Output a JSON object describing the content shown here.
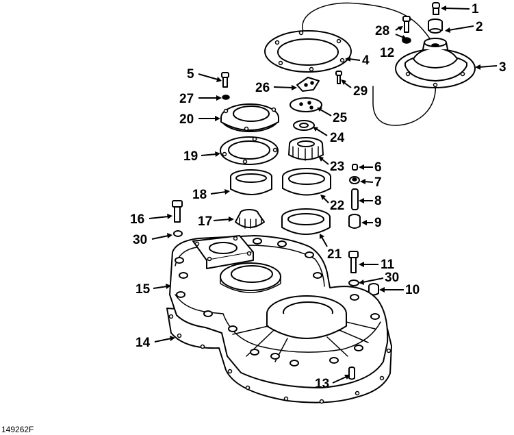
{
  "figure": {
    "id": "149262F"
  },
  "callouts": [
    "1",
    "2",
    "3",
    "4",
    "5",
    "6",
    "7",
    "8",
    "9",
    "10",
    "11",
    "12",
    "13",
    "14",
    "15",
    "16",
    "17",
    "18",
    "19",
    "20",
    "21",
    "22",
    "23",
    "24",
    "25",
    "26",
    "27",
    "28",
    "29",
    "30",
    "30"
  ],
  "colors": {
    "ink": "#000000",
    "paper": "#ffffff"
  }
}
